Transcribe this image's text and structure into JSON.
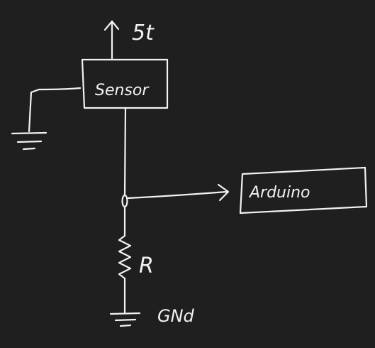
{
  "diagram": {
    "supply_label": "5t",
    "sensor_label": "Sensor",
    "arduino_label": "Arduino",
    "resistor_label": "R",
    "ground_label": "GNd",
    "colors": {
      "background": "#1f1f1f",
      "ink": "#f2f2f2"
    }
  }
}
